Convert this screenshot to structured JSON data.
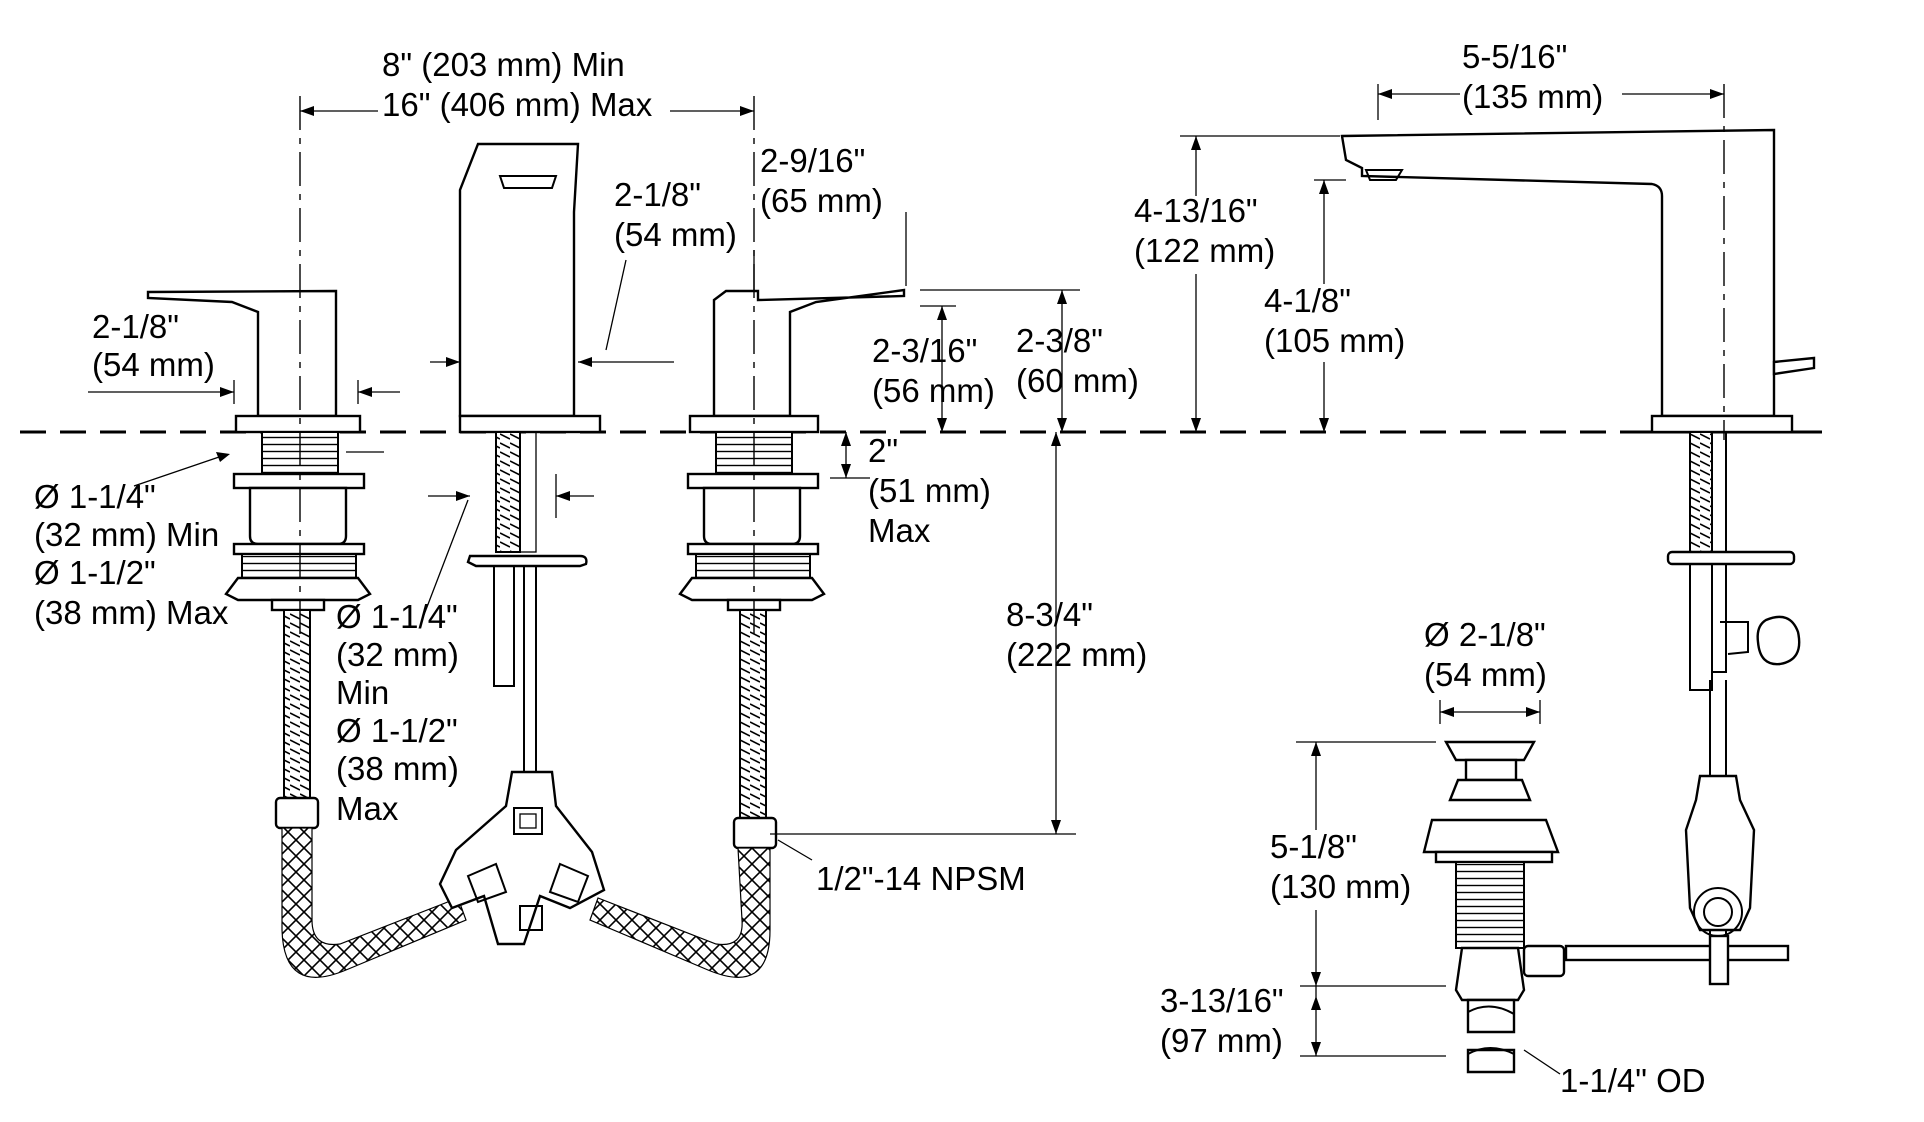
{
  "dimensions": {
    "spread": [
      "8\" (203 mm) Min",
      "16\" (406 mm) Max"
    ],
    "handle_width": [
      "2-1/8\"",
      "(54 mm)"
    ],
    "spout_width": [
      "2-1/8\"",
      "(54 mm)"
    ],
    "handle_length": [
      "2-9/16\"",
      "(65 mm)"
    ],
    "handle_height_left": [
      "2-3/16\"",
      "(56 mm)"
    ],
    "handle_height_right": [
      "2-3/8\"",
      "(60 mm)"
    ],
    "deck_max": [
      "2\"",
      "(51 mm)",
      "Max"
    ],
    "handle_hole": [
      "Ø 1-1/4\"",
      "(32 mm) Min",
      "Ø 1-1/2\"",
      "(38 mm) Max"
    ],
    "spout_hole": [
      "Ø 1-1/4\"",
      "(32 mm)",
      "Min",
      "Ø 1-1/2\"",
      "(38 mm)",
      "Max"
    ],
    "supply_depth": [
      "8-3/4\"",
      "(222 mm)"
    ],
    "connection": "1/2\"-14 NPSM",
    "spout_reach": [
      "5-5/16\"",
      "(135 mm)"
    ],
    "spout_height": [
      "4-13/16\"",
      "(122 mm)"
    ],
    "spout_outlet_height": [
      "4-1/8\"",
      "(105 mm)"
    ],
    "drain_flange": [
      "Ø 2-1/8\"",
      "(54 mm)"
    ],
    "drain_body": [
      "5-1/8\"",
      "(130 mm)"
    ],
    "tailpiece": [
      "3-13/16\"",
      "(97 mm)"
    ],
    "tailpiece_od": "1-1/4\" OD"
  }
}
